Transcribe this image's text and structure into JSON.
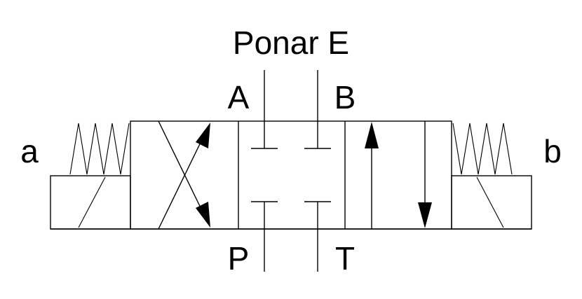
{
  "title": "Ponar E",
  "ports": {
    "a": "A",
    "b": "B",
    "p": "P",
    "t": "T"
  },
  "solenoids": {
    "left": "a",
    "right": "b"
  },
  "colors": {
    "line": "#000000",
    "background": "#ffffff"
  }
}
